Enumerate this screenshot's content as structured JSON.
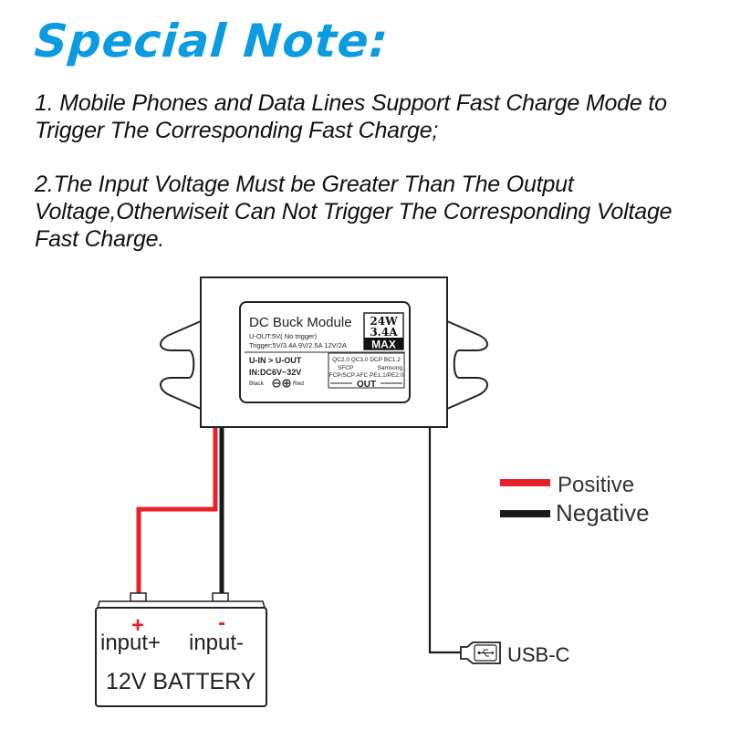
{
  "title": "Special Note:",
  "notes": [
    "1. Mobile Phones and Data Lines Support Fast Charge Mode to Trigger The Corresponding Fast Charge;",
    "2.The Input Voltage Must be Greater Than The Output Voltage,Otherwiseit Can Not Trigger The Corresponding Voltage Fast Charge."
  ],
  "module": {
    "name": "DC Buck Module",
    "uout": "U-OUT:5V( No trigger)",
    "trigger": "Trigger:5V/3.4A  9V/2.5A 12V/2A",
    "uin_gt": "U-IN > U-OUT",
    "input_range": "IN:DC6V~32V",
    "polarity_black": "Black",
    "polarity_red": "Red",
    "power": "24W",
    "current": "3.4A",
    "max": "MAX",
    "protocols": [
      "QC2.0 QC3.0 DCP  BC1.2",
      "SFCP",
      "Samsung",
      "FCP/SCP AFC  PE1.1/PE2.0"
    ],
    "out_label": "OUT"
  },
  "legend": {
    "positive": "Positive",
    "negative": "Negative",
    "positive_color": "#e8202a",
    "negative_color": "#1a1a1a"
  },
  "battery": {
    "plus_sign": "+",
    "minus_sign": "-",
    "input_plus": "input+",
    "input_minus": "input-",
    "label": "12V BATTERY"
  },
  "usb": {
    "label": "USB-C"
  }
}
